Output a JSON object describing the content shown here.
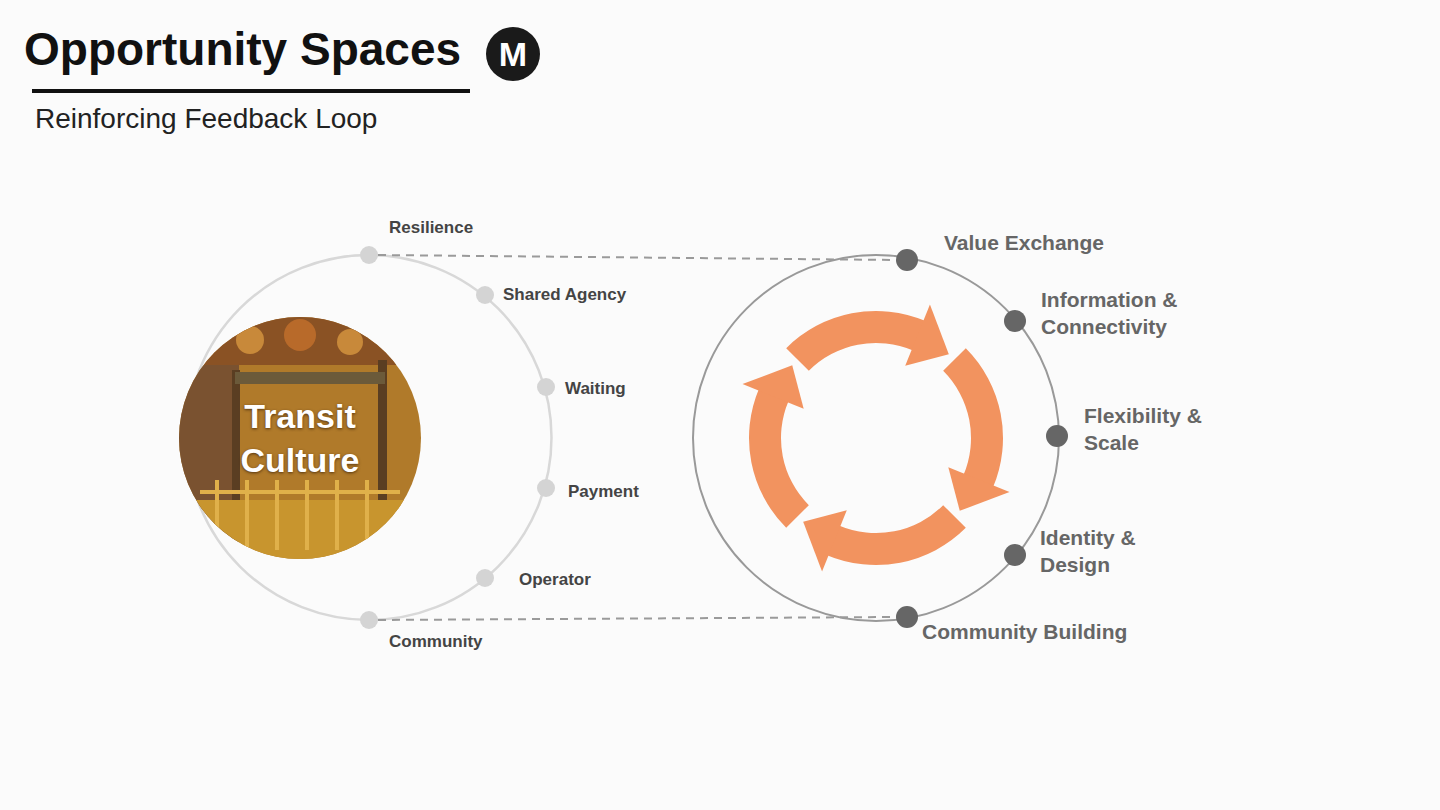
{
  "diagram": {
    "title": "Opportunity Spaces",
    "nodes": [
      {
        "text": [
          "Transit Culture"
        ]
      },
      {
        "text": [
          "Resilience"
        ]
      },
      {
        "text": [
          "Shared Agency"
        ]
      },
      {
        "text": [
          "Waiting"
        ]
      },
      {
        "text": [
          "Payment"
        ]
      },
      {
        "text": [
          "Operator"
        ]
      },
      {
        "text": [
          "Community"
        ]
      },
      {
        "text": [
          "Value Exchange"
        ]
      },
      {
        "text": [
          "Information & Connectivity"
        ]
      },
      {
        "text": [
          "Flexibility & Scale"
        ]
      },
      {
        "text": [
          "Identity & Design"
        ]
      },
      {
        "text": [
          "Community Building"
        ]
      }
    ],
    "edges": [
      {
        "from": 1,
        "to": 7,
        "arrow": "none"
      },
      {
        "from": 6,
        "to": 11,
        "arrow": "none"
      }
    ],
    "labels": [
      "M",
      "Reinforcing Feedback Loop"
    ]
  }
}
